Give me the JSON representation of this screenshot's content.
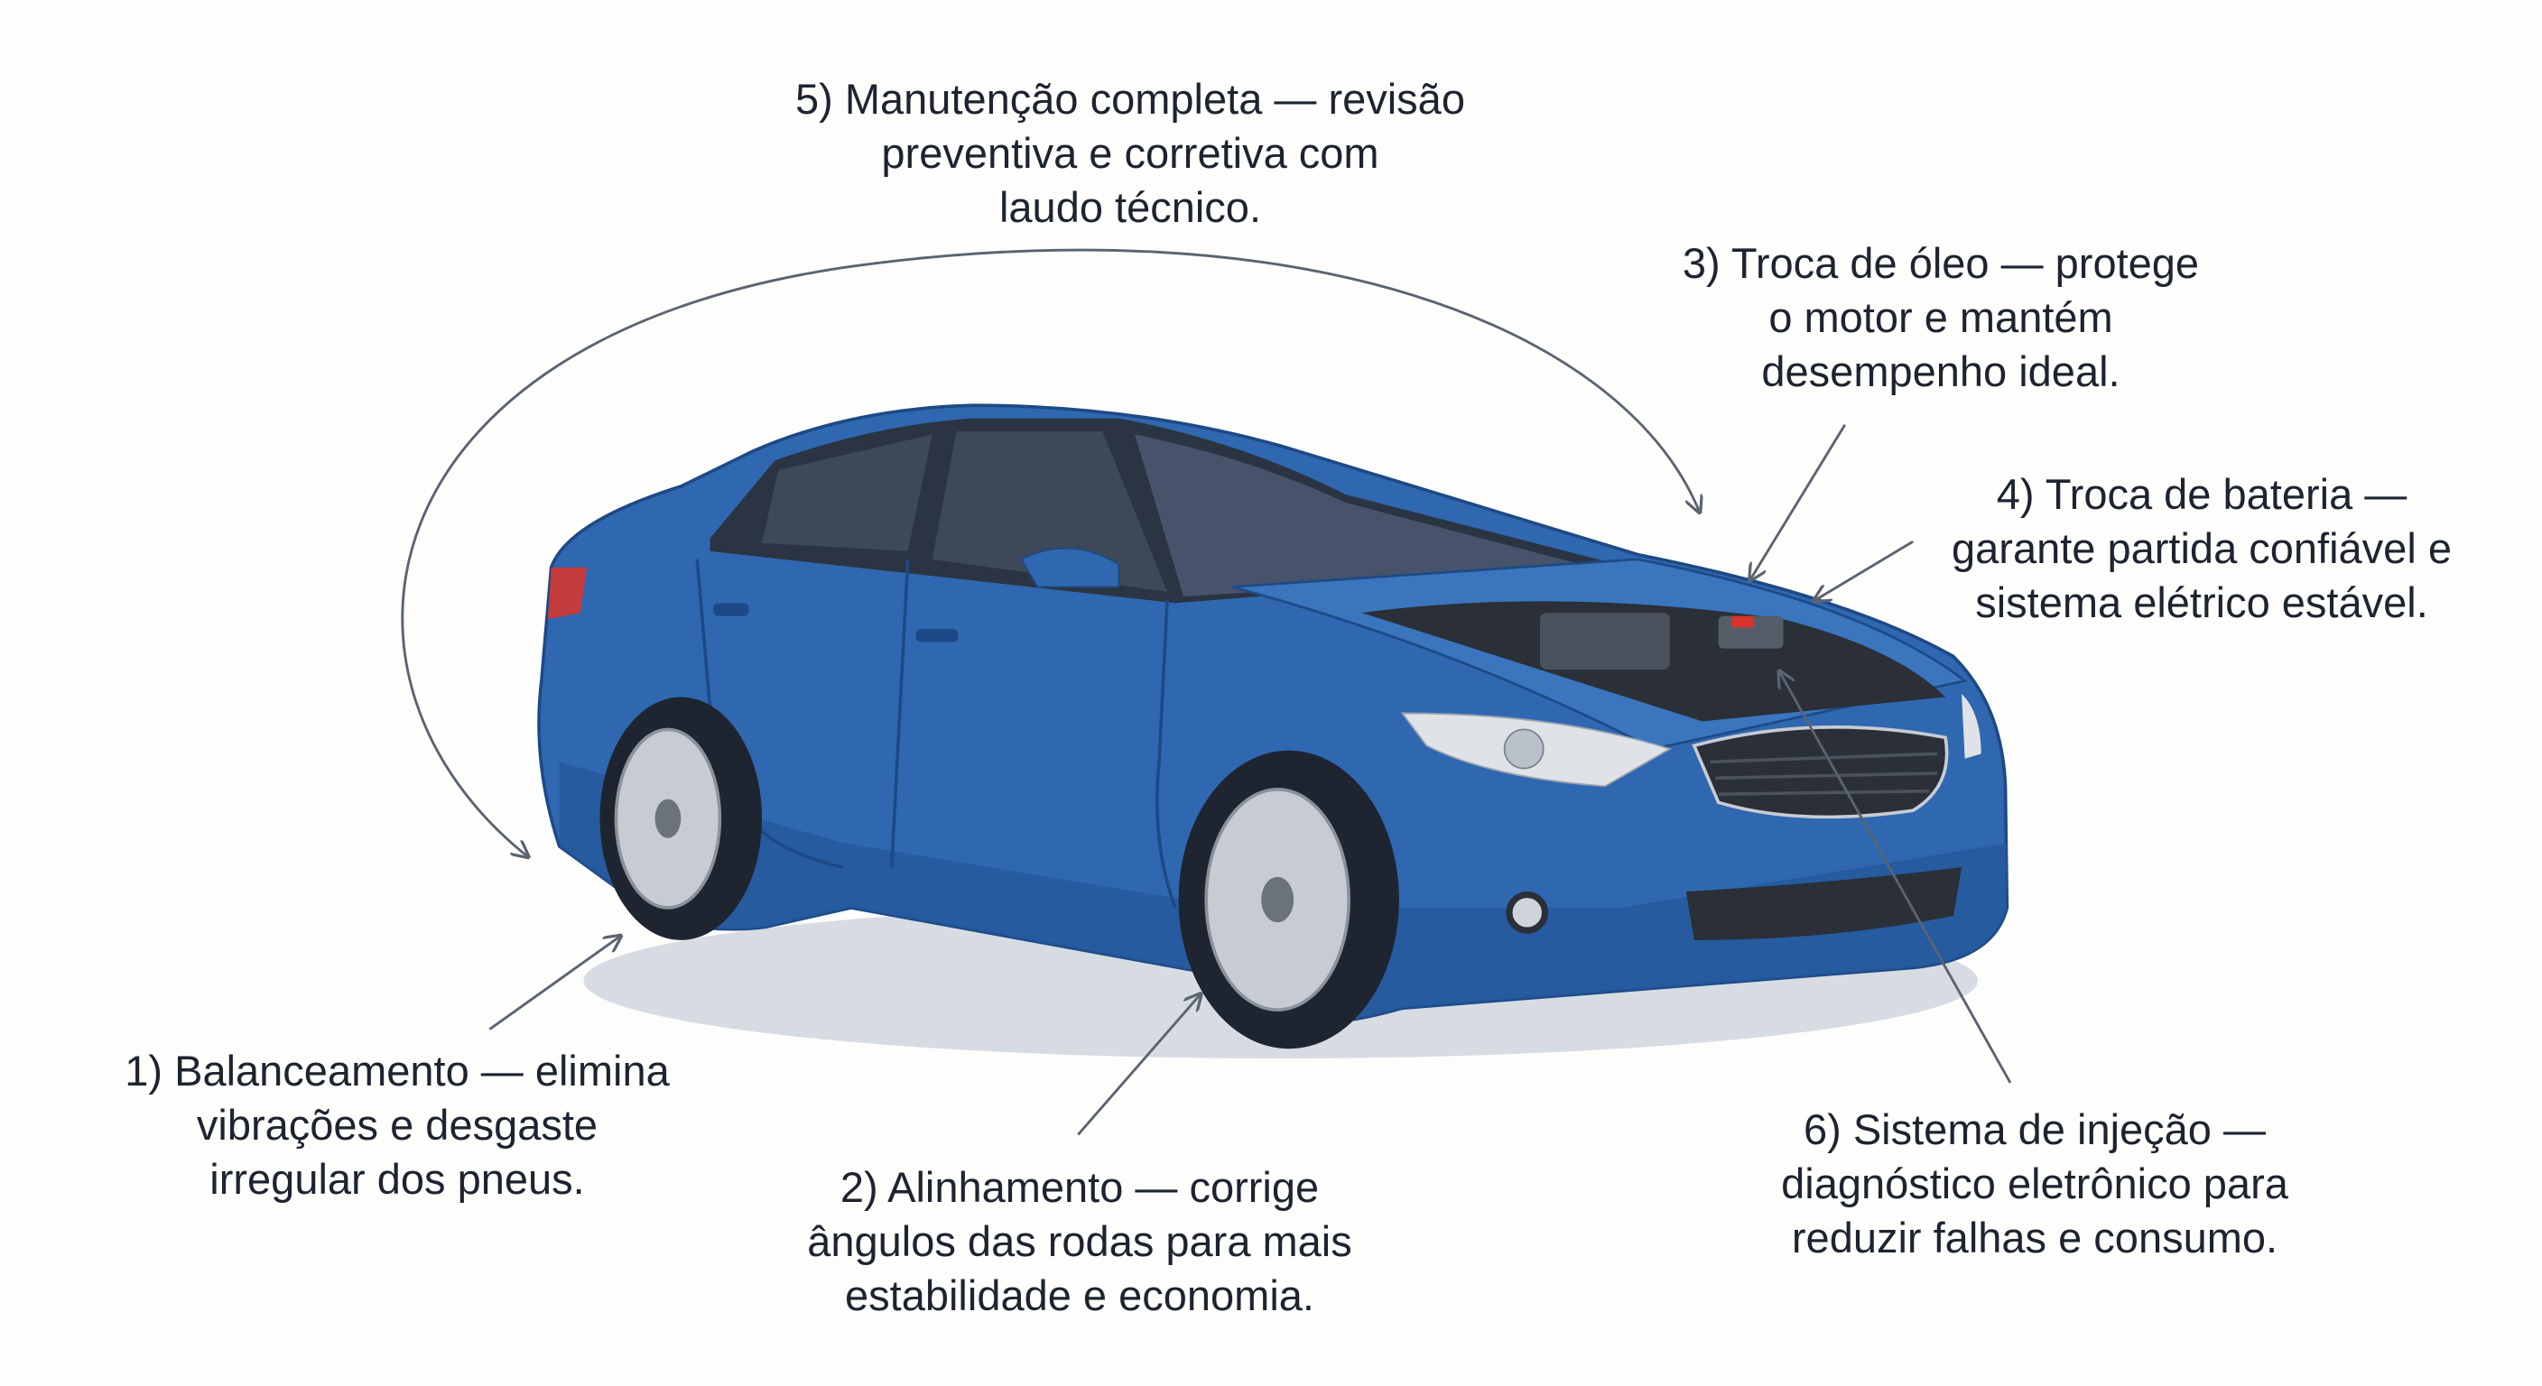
{
  "labels": {
    "manutencao": [
      "5) Manutenção completa — revisão",
      "preventiva e corretiva com",
      "laudo técnico."
    ],
    "oleo": [
      "3) Troca de óleo — protege",
      "o motor e mantém",
      "desempenho ideal."
    ],
    "bateria": [
      "4) Troca de bateria —",
      "garante partida confiável e",
      "sistema elétrico estável."
    ],
    "balanceamento": [
      "1) Balanceamento — elimina",
      "vibrações e desgaste",
      "irregular dos pneus."
    ],
    "alinhamento": [
      "2) Alinhamento — corrige",
      "ângulos das rodas para mais",
      "estabilidade e economia."
    ],
    "injecao": [
      "6) Sistema de injeção —",
      "diagnóstico eletrônico para",
      "reduzir falhas e consumo."
    ]
  },
  "colors": {
    "car_body": "#2f68b0",
    "car_dark": "#1d4a86",
    "window": "#2b3442",
    "arrow": "#5a6470",
    "text": "#1d2430"
  }
}
